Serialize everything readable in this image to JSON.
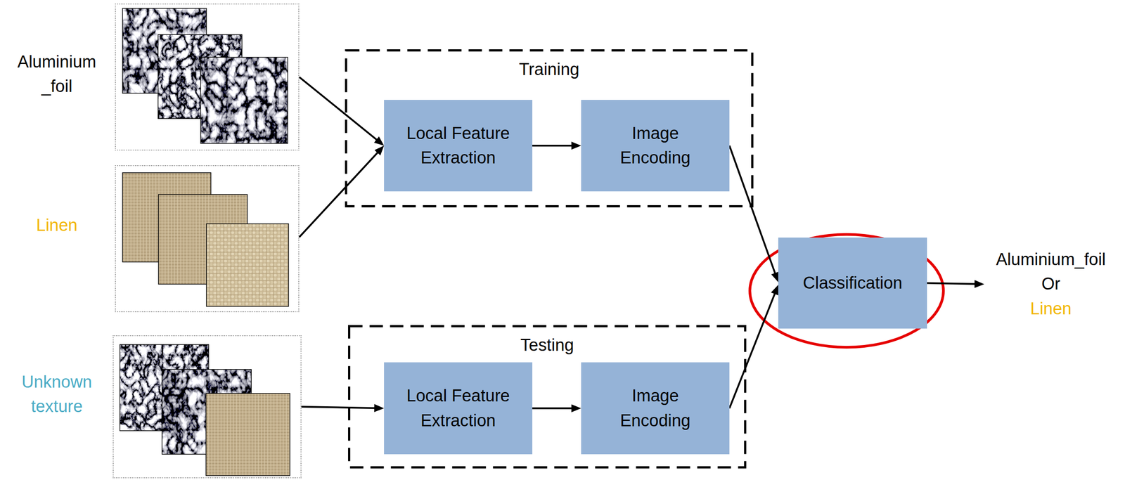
{
  "diagram": {
    "nodes": [
      {
        "text": [
          "Aluminium _foil"
        ]
      },
      {
        "text": [
          "Training"
        ]
      },
      {
        "text": [
          "Local Feature Extraction"
        ],
        "in": 1
      },
      {
        "text": [
          "Image Encoding"
        ],
        "in": 1
      },
      {
        "text": [
          "Linen"
        ]
      },
      {
        "text": [
          "Classification"
        ]
      },
      {
        "text": [
          "Aluminium_foil",
          "Or",
          "Linen"
        ]
      },
      {
        "text": [
          "Unknown texture"
        ]
      },
      {
        "text": [
          "Testing"
        ]
      },
      {
        "text": [
          "Local Feature Extraction"
        ],
        "in": 8
      },
      {
        "text": [
          "Image Encoding"
        ],
        "in": 8
      }
    ],
    "edges": [
      {
        "from": 0,
        "to": 2,
        "arrow": "to"
      },
      {
        "from": 4,
        "to": 2,
        "arrow": "to"
      },
      {
        "from": 2,
        "to": 3,
        "arrow": "to"
      },
      {
        "from": 3,
        "to": 5,
        "arrow": "to"
      },
      {
        "from": 7,
        "to": 9,
        "arrow": "to"
      },
      {
        "from": 9,
        "to": 10,
        "arrow": "to"
      },
      {
        "from": 10,
        "to": 5,
        "arrow": "to"
      },
      {
        "from": 5,
        "to": 6,
        "arrow": "to"
      }
    ]
  }
}
